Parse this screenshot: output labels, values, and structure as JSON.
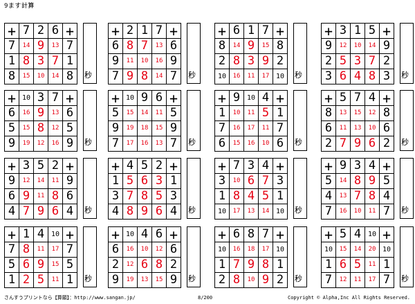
{
  "header": {
    "title": "9ます計算"
  },
  "operator": "+",
  "time_label": "秒",
  "puzzles": [
    {
      "cols": [
        "7",
        "2",
        "6"
      ],
      "rows": [
        "7",
        "1",
        "8"
      ],
      "answers": [
        [
          "14",
          "9",
          "13"
        ],
        [
          "8",
          "3",
          "7"
        ],
        [
          "15",
          "10",
          "14"
        ]
      ]
    },
    {
      "cols": [
        "2",
        "1",
        "7"
      ],
      "rows": [
        "6",
        "9",
        "7"
      ],
      "answers": [
        [
          "8",
          "7",
          "13"
        ],
        [
          "11",
          "10",
          "16"
        ],
        [
          "9",
          "8",
          "14"
        ]
      ]
    },
    {
      "cols": [
        "6",
        "1",
        "7"
      ],
      "rows": [
        "8",
        "2",
        "10"
      ],
      "answers": [
        [
          "14",
          "9",
          "15"
        ],
        [
          "8",
          "3",
          "9"
        ],
        [
          "16",
          "11",
          "17"
        ]
      ]
    },
    {
      "cols": [
        "3",
        "1",
        "5"
      ],
      "rows": [
        "9",
        "2",
        "3"
      ],
      "answers": [
        [
          "12",
          "10",
          "14"
        ],
        [
          "5",
          "3",
          "7"
        ],
        [
          "6",
          "4",
          "8"
        ]
      ]
    },
    {
      "cols": [
        "10",
        "3",
        "7"
      ],
      "rows": [
        "6",
        "5",
        "9"
      ],
      "answers": [
        [
          "16",
          "9",
          "13"
        ],
        [
          "15",
          "8",
          "12"
        ],
        [
          "19",
          "12",
          "16"
        ]
      ]
    },
    {
      "cols": [
        "10",
        "9",
        "6"
      ],
      "rows": [
        "5",
        "9",
        "7"
      ],
      "answers": [
        [
          "15",
          "14",
          "11"
        ],
        [
          "19",
          "18",
          "15"
        ],
        [
          "17",
          "16",
          "13"
        ]
      ]
    },
    {
      "cols": [
        "9",
        "10",
        "4"
      ],
      "rows": [
        "1",
        "7",
        "6"
      ],
      "answers": [
        [
          "10",
          "11",
          "5"
        ],
        [
          "16",
          "17",
          "11"
        ],
        [
          "15",
          "16",
          "10"
        ]
      ]
    },
    {
      "cols": [
        "5",
        "7",
        "4"
      ],
      "rows": [
        "8",
        "6",
        "2"
      ],
      "answers": [
        [
          "13",
          "15",
          "12"
        ],
        [
          "11",
          "13",
          "10"
        ],
        [
          "7",
          "9",
          "6"
        ]
      ]
    },
    {
      "cols": [
        "3",
        "5",
        "2"
      ],
      "rows": [
        "9",
        "6",
        "4"
      ],
      "answers": [
        [
          "12",
          "14",
          "11"
        ],
        [
          "9",
          "11",
          "8"
        ],
        [
          "7",
          "9",
          "6"
        ]
      ]
    },
    {
      "cols": [
        "4",
        "5",
        "2"
      ],
      "rows": [
        "1",
        "3",
        "4"
      ],
      "answers": [
        [
          "5",
          "6",
          "3"
        ],
        [
          "7",
          "8",
          "5"
        ],
        [
          "8",
          "9",
          "6"
        ]
      ]
    },
    {
      "cols": [
        "7",
        "3",
        "4"
      ],
      "rows": [
        "3",
        "1",
        "10"
      ],
      "answers": [
        [
          "10",
          "6",
          "7"
        ],
        [
          "8",
          "4",
          "5"
        ],
        [
          "17",
          "13",
          "14"
        ]
      ]
    },
    {
      "cols": [
        "9",
        "3",
        "4"
      ],
      "rows": [
        "5",
        "4",
        "7"
      ],
      "answers": [
        [
          "14",
          "8",
          "9"
        ],
        [
          "13",
          "7",
          "8"
        ],
        [
          "16",
          "10",
          "11"
        ]
      ]
    },
    {
      "cols": [
        "1",
        "4",
        "10"
      ],
      "rows": [
        "7",
        "5",
        "1"
      ],
      "answers": [
        [
          "8",
          "11",
          "17"
        ],
        [
          "6",
          "9",
          "15"
        ],
        [
          "2",
          "5",
          "11"
        ]
      ]
    },
    {
      "cols": [
        "10",
        "4",
        "6"
      ],
      "rows": [
        "6",
        "2",
        "9"
      ],
      "answers": [
        [
          "16",
          "10",
          "12"
        ],
        [
          "12",
          "6",
          "8"
        ],
        [
          "19",
          "13",
          "15"
        ]
      ]
    },
    {
      "cols": [
        "6",
        "8",
        "7"
      ],
      "rows": [
        "10",
        "1",
        "2"
      ],
      "answers": [
        [
          "16",
          "18",
          "17"
        ],
        [
          "7",
          "9",
          "8"
        ],
        [
          "8",
          "10",
          "9"
        ]
      ]
    },
    {
      "cols": [
        "5",
        "4",
        "10"
      ],
      "rows": [
        "10",
        "1",
        "7"
      ],
      "answers": [
        [
          "15",
          "14",
          "20"
        ],
        [
          "6",
          "5",
          "11"
        ],
        [
          "12",
          "11",
          "17"
        ]
      ]
    }
  ],
  "footer": {
    "site": "さんすうプリントなら【算願】：http://www.sangan.jp/",
    "page": "8/200",
    "copyright": "Copyright © Alpha,Inc All Rights Reserved."
  }
}
